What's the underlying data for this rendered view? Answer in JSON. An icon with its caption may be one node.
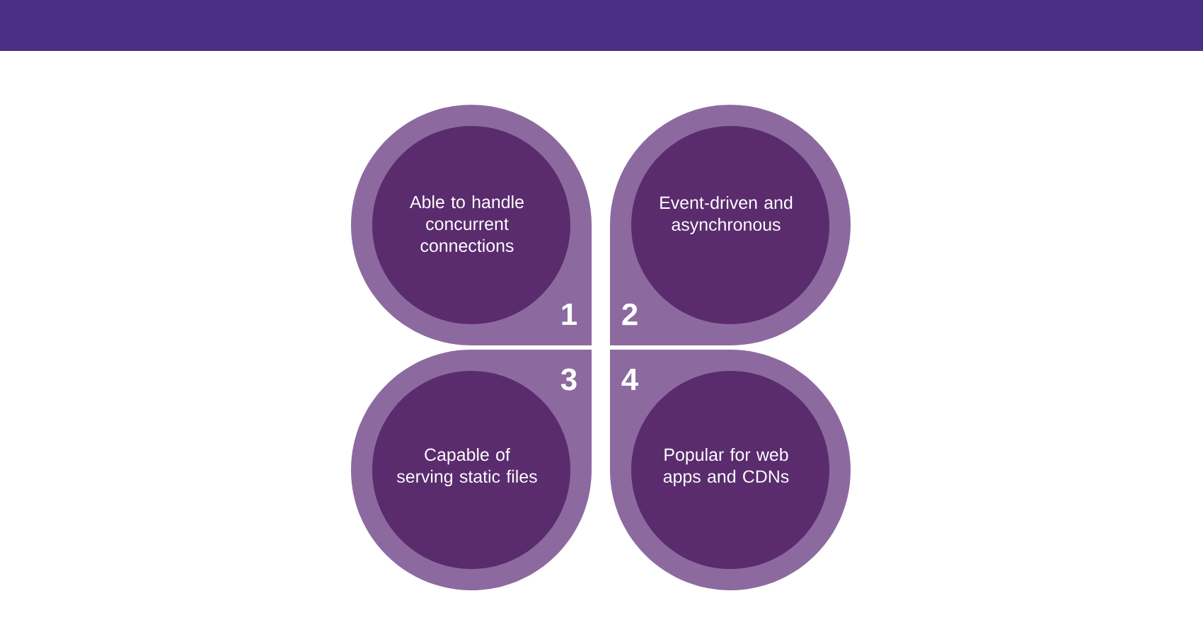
{
  "diagram": {
    "nodes": [
      {
        "text": [
          "Able to handle concurrent connections",
          "1"
        ]
      },
      {
        "text": [
          "Event-driven and asynchronous",
          "2"
        ]
      },
      {
        "text": [
          "Capable of serving static files",
          "3"
        ]
      },
      {
        "text": [
          "Popular for web apps and CDNs",
          "4"
        ]
      }
    ]
  }
}
